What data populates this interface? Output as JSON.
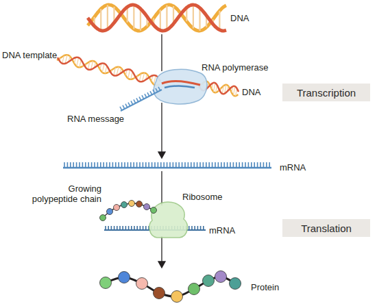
{
  "diagram": {
    "nodes": [
      {
        "text": [
          "Transcription"
        ]
      },
      {
        "text": [
          "Translation"
        ]
      }
    ],
    "labels": [
      "DNA",
      "DNA template",
      "RNA polymerase",
      "DNA",
      "RNA message",
      "mRNA",
      "Growing polypeptide chain",
      "Ribosome",
      "mRNA",
      "Protein"
    ]
  }
}
